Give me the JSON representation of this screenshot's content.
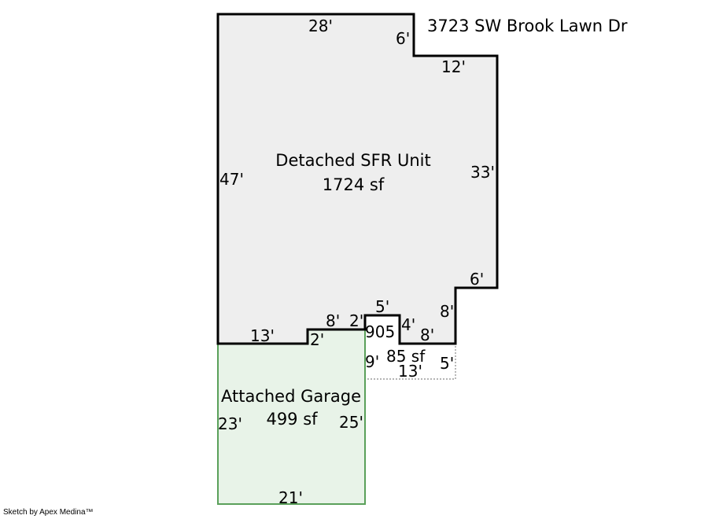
{
  "address": "3723 SW Brook Lawn Dr",
  "footer": "Sketch by Apex Medina™",
  "colors": {
    "house_fill": "#eeeeee",
    "house_stroke": "#000000",
    "garage_fill": "#e8f3e8",
    "garage_stroke": "#5aa05a",
    "porch_stroke": "#888888"
  },
  "house": {
    "name": "Detached SFR Unit",
    "area": "1724 sf",
    "dims": {
      "top": "28'",
      "step_top": "6'",
      "step_right": "12'",
      "right": "33'",
      "left": "47'",
      "lower_step": "6'",
      "lower_right": "8'",
      "bottom_left": "13'",
      "garage_step": "2'",
      "garage_top": "8'",
      "notch_a": "2'",
      "notch_top": "5'",
      "notch_right": "4'",
      "notch_bottom": "8'"
    }
  },
  "garage": {
    "name": "Attached Garage",
    "area": "499 sf",
    "dims": {
      "left": "23'",
      "right": "25'",
      "bottom": "21'"
    }
  },
  "porch": {
    "code": "905",
    "area": "85 sf",
    "dims": {
      "left": "9'",
      "bottom": "13'",
      "right": "5'"
    }
  }
}
